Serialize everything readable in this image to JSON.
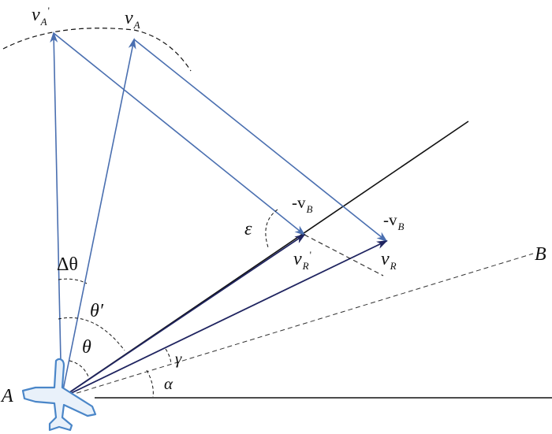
{
  "labels": {
    "v_A_prime": "v",
    "v_A_prime_sub": "A",
    "v_A_prime_mark": "'",
    "v_A": "v",
    "v_A_sub": "A",
    "neg_v_B_1": "-v",
    "neg_v_B_1_sub": "B",
    "neg_v_B_2": "-v",
    "neg_v_B_2_sub": "B",
    "v_R_prime": "v",
    "v_R_prime_sub": "R",
    "v_R_prime_mark": "'",
    "v_R": "v",
    "v_R_sub": "R",
    "epsilon": "ε",
    "delta_theta": "Δθ",
    "theta_prime": "θ′",
    "theta": "θ",
    "gamma": "γ",
    "alpha": "α",
    "point_A": "A",
    "point_B": "B"
  },
  "colors": {
    "velocity_blue": "#4a6fb0",
    "resultant_navy": "#1f2460",
    "line_black": "#111111",
    "aircraft_blue": "#4a86c8"
  },
  "icons": {
    "aircraft": "aircraft-icon"
  }
}
